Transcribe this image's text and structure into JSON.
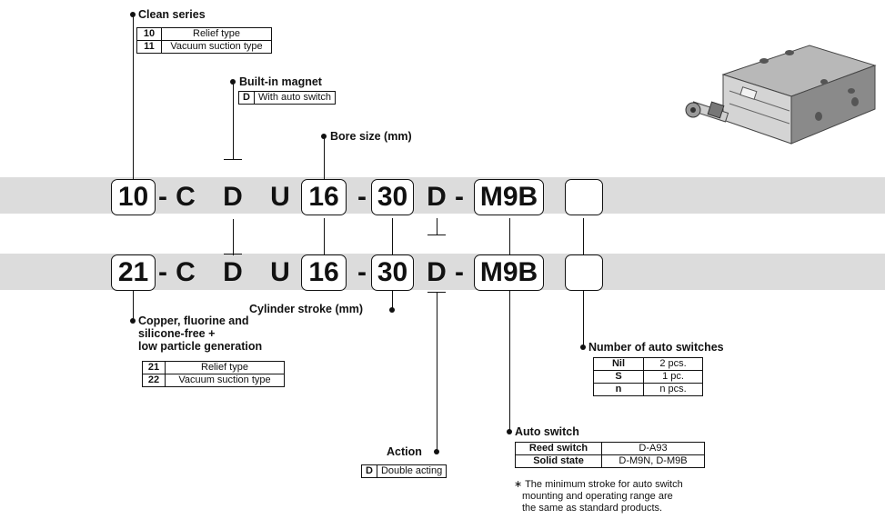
{
  "part_number_1": {
    "prefix": "10",
    "dash1": "-",
    "c": "C",
    "magnet": "D",
    "u": "U",
    "bore": "16",
    "dash2": "-",
    "stroke": "30",
    "action": "D",
    "dash3": "-",
    "auto_switch": "M9B"
  },
  "part_number_2": {
    "prefix": "21",
    "dash1": "-",
    "c": "C",
    "magnet": "D",
    "u": "U",
    "bore": "16",
    "dash2": "-",
    "stroke": "30",
    "action": "D",
    "dash3": "-",
    "auto_switch": "M9B"
  },
  "clean_series": {
    "title": "Clean series",
    "rows": [
      {
        "code": "10",
        "desc": "Relief type"
      },
      {
        "code": "11",
        "desc": "Vacuum suction type"
      }
    ]
  },
  "built_in_magnet": {
    "title": "Built-in magnet",
    "rows": [
      {
        "code": "D",
        "desc": "With auto switch"
      }
    ]
  },
  "bore_size": {
    "title": "Bore size (mm)"
  },
  "cylinder_stroke": {
    "title": "Cylinder stroke (mm)"
  },
  "copper_free": {
    "title_lines": [
      "Copper, fluorine and",
      "silicone-free +",
      "low particle generation"
    ],
    "rows": [
      {
        "code": "21",
        "desc": "Relief type"
      },
      {
        "code": "22",
        "desc": "Vacuum suction type"
      }
    ]
  },
  "number_of_switches": {
    "title": "Number of auto switches",
    "rows": [
      {
        "code": "Nil",
        "desc": "2 pcs."
      },
      {
        "code": "S",
        "desc": "1 pc."
      },
      {
        "code": "n",
        "desc": "n pcs."
      }
    ]
  },
  "auto_switch": {
    "title": "Auto switch",
    "rows": [
      {
        "code": "Reed switch",
        "desc": "D-A93"
      },
      {
        "code": "Solid state",
        "desc": "D-M9N, D-M9B"
      }
    ],
    "note_lines": [
      "∗ The minimum stroke for auto switch",
      "mounting and operating range are",
      "the same as standard products."
    ]
  },
  "action": {
    "title": "Action",
    "rows": [
      {
        "code": "D",
        "desc": "Double acting"
      }
    ]
  },
  "colors": {
    "band": "#dcdcdc",
    "line": "#111111"
  }
}
